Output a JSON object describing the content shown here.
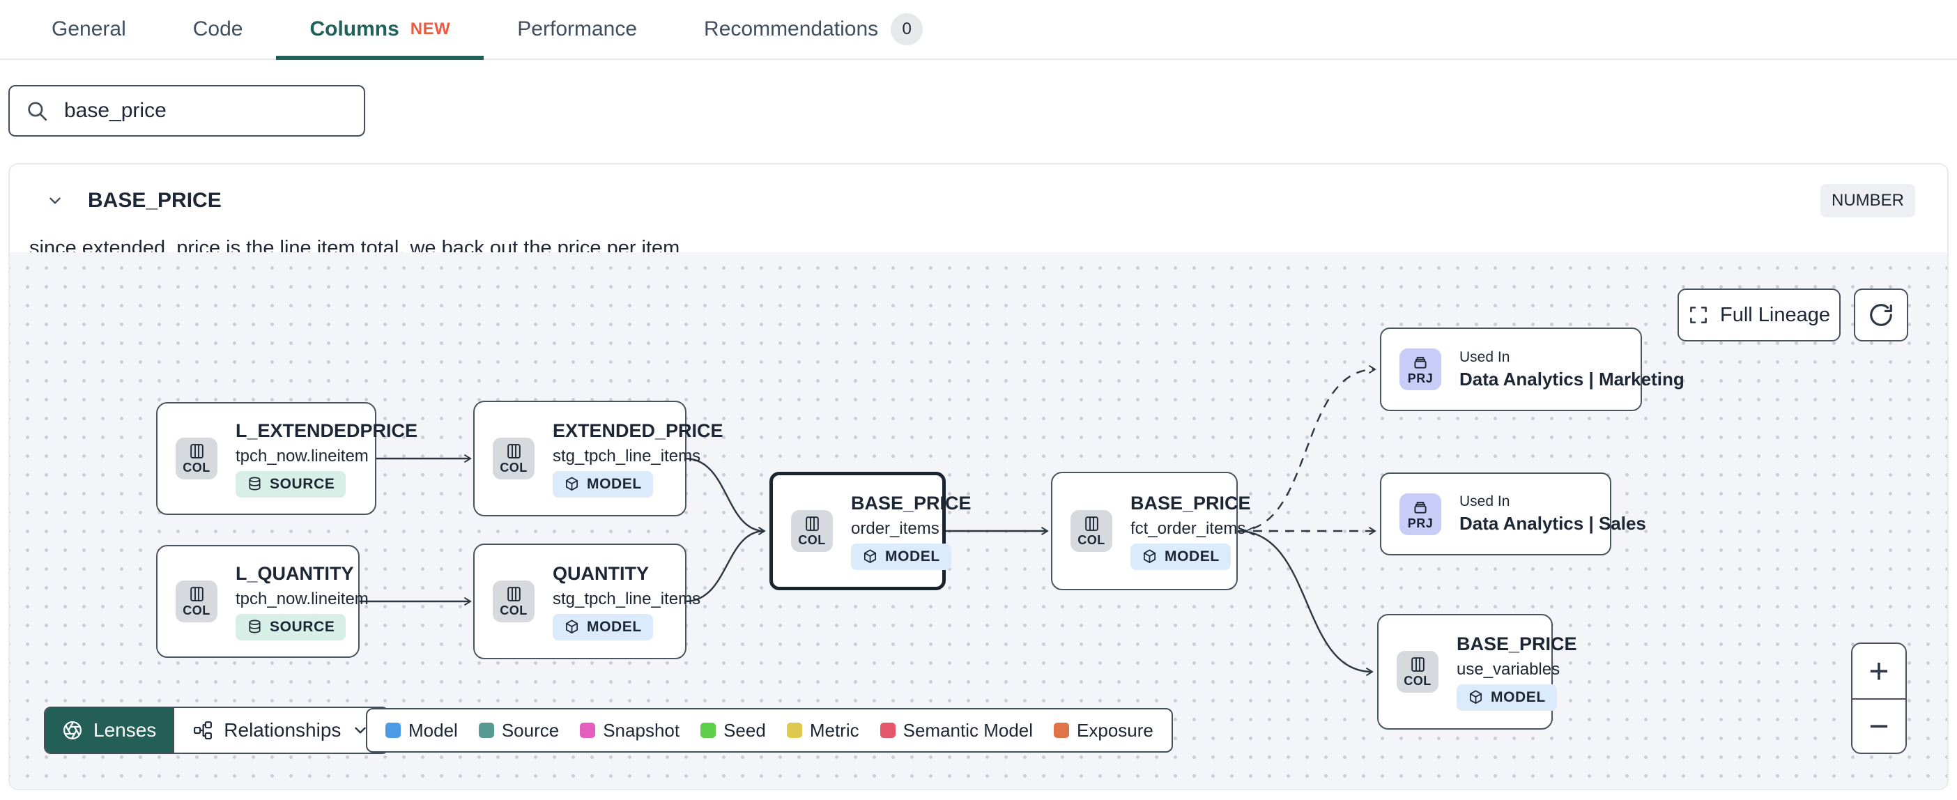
{
  "tabs": {
    "items": [
      "General",
      "Code",
      "Columns",
      "Performance",
      "Recommendations"
    ],
    "new_badge": "NEW",
    "recommendations_count": "0",
    "active": "Columns"
  },
  "search": {
    "value": "base_price"
  },
  "column": {
    "name": "BASE_PRICE",
    "type": "NUMBER",
    "description": "since extended_price is the line item total, we back out the price per item"
  },
  "lineage": {
    "kind_col": "COL",
    "kind_prj": "PRJ",
    "used_in_label": "Used In",
    "nodes": [
      {
        "title": "L_EXTENDEDPRICE",
        "subtitle": "tpch_now.lineitem",
        "badge": "SOURCE"
      },
      {
        "title": "EXTENDED_PRICE",
        "subtitle": "stg_tpch_line_items",
        "badge": "MODEL"
      },
      {
        "title": "L_QUANTITY",
        "subtitle": "tpch_now.lineitem",
        "badge": "SOURCE"
      },
      {
        "title": "QUANTITY",
        "subtitle": "stg_tpch_line_items",
        "badge": "MODEL"
      },
      {
        "title": "BASE_PRICE",
        "subtitle": "order_items",
        "badge": "MODEL"
      },
      {
        "title": "BASE_PRICE",
        "subtitle": "fct_order_items",
        "badge": "MODEL"
      },
      {
        "title": "Data Analytics | Marketing"
      },
      {
        "title": "Data Analytics | Sales"
      },
      {
        "title": "BASE_PRICE",
        "subtitle": "use_variables",
        "badge": "MODEL"
      }
    ],
    "controls": {
      "full_lineage": "Full Lineage",
      "zoom_in": "+",
      "zoom_out": "−"
    },
    "toolbar": {
      "lenses": "Lenses",
      "relationships": "Relationships"
    },
    "legend": [
      {
        "label": "Model",
        "color": "#4d9be6"
      },
      {
        "label": "Source",
        "color": "#579a93"
      },
      {
        "label": "Snapshot",
        "color": "#e35ebf"
      },
      {
        "label": "Seed",
        "color": "#5ecf4a"
      },
      {
        "label": "Metric",
        "color": "#dfc84e"
      },
      {
        "label": "Semantic Model",
        "color": "#e4566b"
      },
      {
        "label": "Exposure",
        "color": "#df7449"
      }
    ],
    "colors": {
      "accent_teal": "#1f6059",
      "new_orange": "#ea5c3f",
      "edge": "#2b3642"
    }
  }
}
